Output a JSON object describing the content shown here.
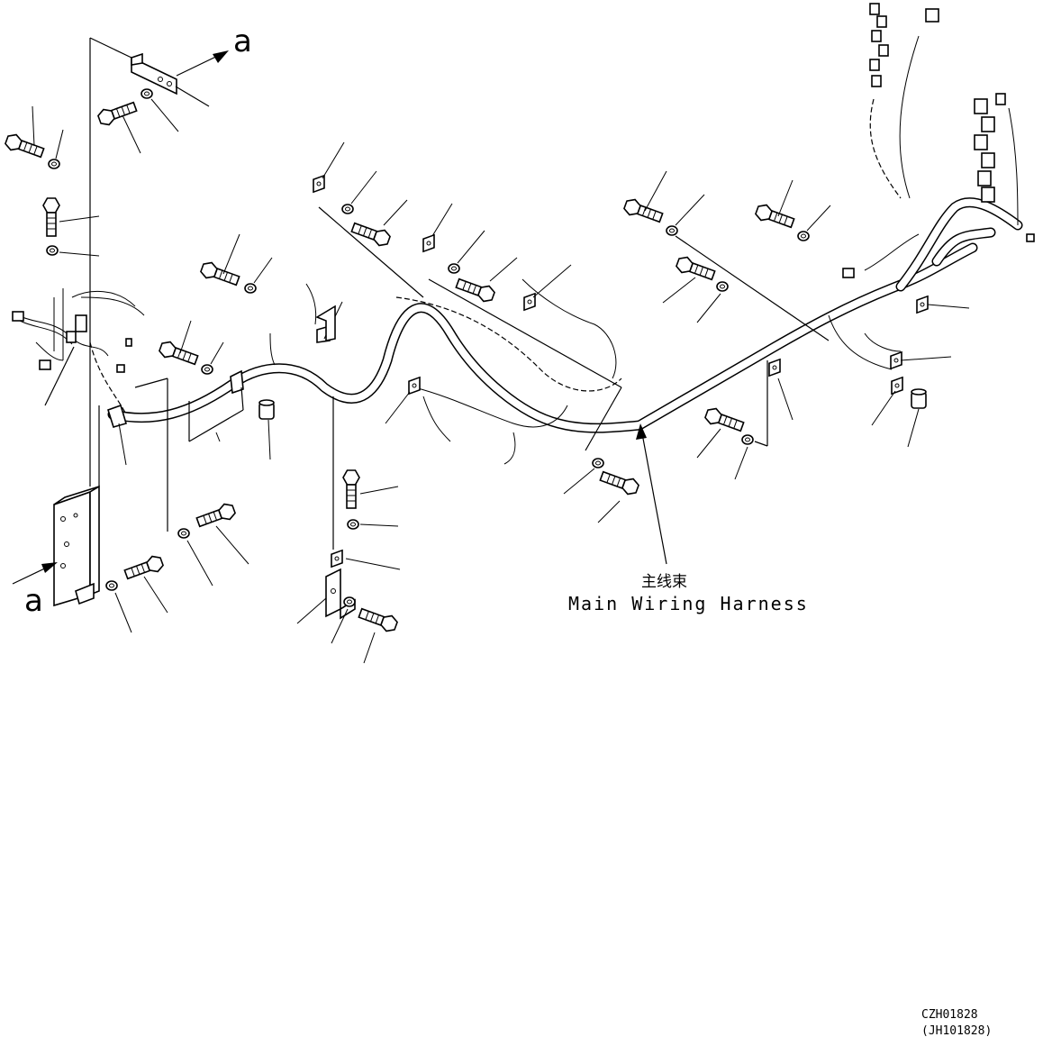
{
  "figure": {
    "view_ref_top": "a",
    "view_ref_bottom": "a",
    "caption_cn": "主线束",
    "caption_en": "Main Wiring Harness",
    "drawing_code": "CZH01828",
    "drawing_code_alt": "(JH101828)"
  }
}
